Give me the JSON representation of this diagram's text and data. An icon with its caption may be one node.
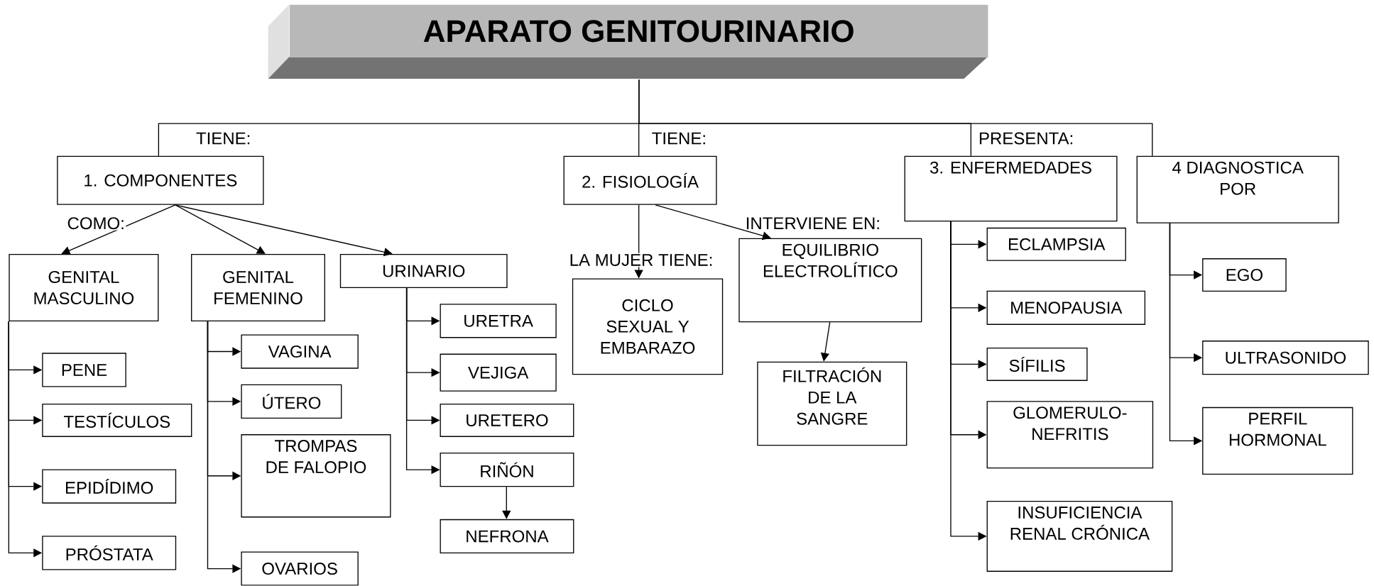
{
  "diagram": {
    "nodes": [
      {
        "text": [
          "APARATO GENITOURINARIO"
        ]
      },
      {
        "text": [
          "1. COMPONENTES"
        ]
      },
      {
        "text": [
          "2. FISIOLOGÍA"
        ]
      },
      {
        "text": [
          "3. ENFERMEDADES"
        ]
      },
      {
        "text": [
          "4 DIAGNOSTICA POR"
        ]
      },
      {
        "text": [
          "GENITAL MASCULINO"
        ]
      },
      {
        "text": [
          "GENITAL FEMENINO"
        ]
      },
      {
        "text": [
          "URINARIO"
        ]
      },
      {
        "text": [
          "PENE"
        ]
      },
      {
        "text": [
          "TESTÍCULOS"
        ]
      },
      {
        "text": [
          "EPIDÍDIMO"
        ]
      },
      {
        "text": [
          "PRÓSTATA"
        ]
      },
      {
        "text": [
          "VAGINA"
        ]
      },
      {
        "text": [
          "ÚTERO"
        ]
      },
      {
        "text": [
          "TROMPAS DE FALOPIO"
        ]
      },
      {
        "text": [
          "OVARIOS"
        ]
      },
      {
        "text": [
          "URETRA"
        ]
      },
      {
        "text": [
          "VEJIGA"
        ]
      },
      {
        "text": [
          "URETERO"
        ]
      },
      {
        "text": [
          "RIÑÓN"
        ]
      },
      {
        "text": [
          "NEFRONA"
        ]
      },
      {
        "text": [
          "CICLO SEXUAL Y EMBARAZO"
        ]
      },
      {
        "text": [
          "EQUILIBRIO ELECTROLÍTICO"
        ]
      },
      {
        "text": [
          "FILTRACIÓN DE LA SANGRE"
        ]
      },
      {
        "text": [
          "ECLAMPSIA"
        ]
      },
      {
        "text": [
          "MENOPAUSIA"
        ]
      },
      {
        "text": [
          "SÍFILIS"
        ]
      },
      {
        "text": [
          "GLOMERULO- NEFRITIS"
        ]
      },
      {
        "text": [
          "INSUFICIENCIA RENAL CRÓNICA"
        ]
      },
      {
        "text": [
          "EGO"
        ]
      },
      {
        "text": [
          "ULTRASONIDO"
        ]
      },
      {
        "text": [
          "PERFIL HORMONAL"
        ]
      }
    ],
    "edges": [
      {
        "from": 0,
        "to": 1,
        "arrow": "none",
        "label": "TIENE:"
      },
      {
        "from": 0,
        "to": 2,
        "arrow": "none",
        "label": "TIENE:"
      },
      {
        "from": 0,
        "to": 3,
        "arrow": "none",
        "label": "PRESENTA:"
      },
      {
        "from": 0,
        "to": 4,
        "arrow": "none"
      },
      {
        "from": 1,
        "to": 5,
        "arrow": "to",
        "label": "COMO:"
      },
      {
        "from": 1,
        "to": 6,
        "arrow": "to"
      },
      {
        "from": 1,
        "to": 7,
        "arrow": "to"
      },
      {
        "from": 5,
        "to": 8,
        "arrow": "to"
      },
      {
        "from": 5,
        "to": 9,
        "arrow": "to"
      },
      {
        "from": 5,
        "to": 10,
        "arrow": "to"
      },
      {
        "from": 5,
        "to": 11,
        "arrow": "to"
      },
      {
        "from": 6,
        "to": 12,
        "arrow": "to"
      },
      {
        "from": 6,
        "to": 13,
        "arrow": "to"
      },
      {
        "from": 6,
        "to": 14,
        "arrow": "to"
      },
      {
        "from": 6,
        "to": 15,
        "arrow": "to"
      },
      {
        "from": 7,
        "to": 16,
        "arrow": "to"
      },
      {
        "from": 7,
        "to": 17,
        "arrow": "to"
      },
      {
        "from": 7,
        "to": 18,
        "arrow": "to"
      },
      {
        "from": 7,
        "to": 19,
        "arrow": "to"
      },
      {
        "from": 19,
        "to": 20,
        "arrow": "to"
      },
      {
        "from": 2,
        "to": 21,
        "arrow": "to",
        "label": "LA MUJER TIENE:"
      },
      {
        "from": 2,
        "to": 22,
        "arrow": "to",
        "label": "INTERVIENE EN:"
      },
      {
        "from": 22,
        "to": 23,
        "arrow": "to"
      },
      {
        "from": 3,
        "to": 24,
        "arrow": "to"
      },
      {
        "from": 3,
        "to": 25,
        "arrow": "to"
      },
      {
        "from": 3,
        "to": 26,
        "arrow": "to"
      },
      {
        "from": 3,
        "to": 27,
        "arrow": "to"
      },
      {
        "from": 3,
        "to": 28,
        "arrow": "to"
      },
      {
        "from": 4,
        "to": 29,
        "arrow": "to"
      },
      {
        "from": 4,
        "to": 30,
        "arrow": "to"
      },
      {
        "from": 4,
        "to": 31,
        "arrow": "to"
      }
    ]
  }
}
